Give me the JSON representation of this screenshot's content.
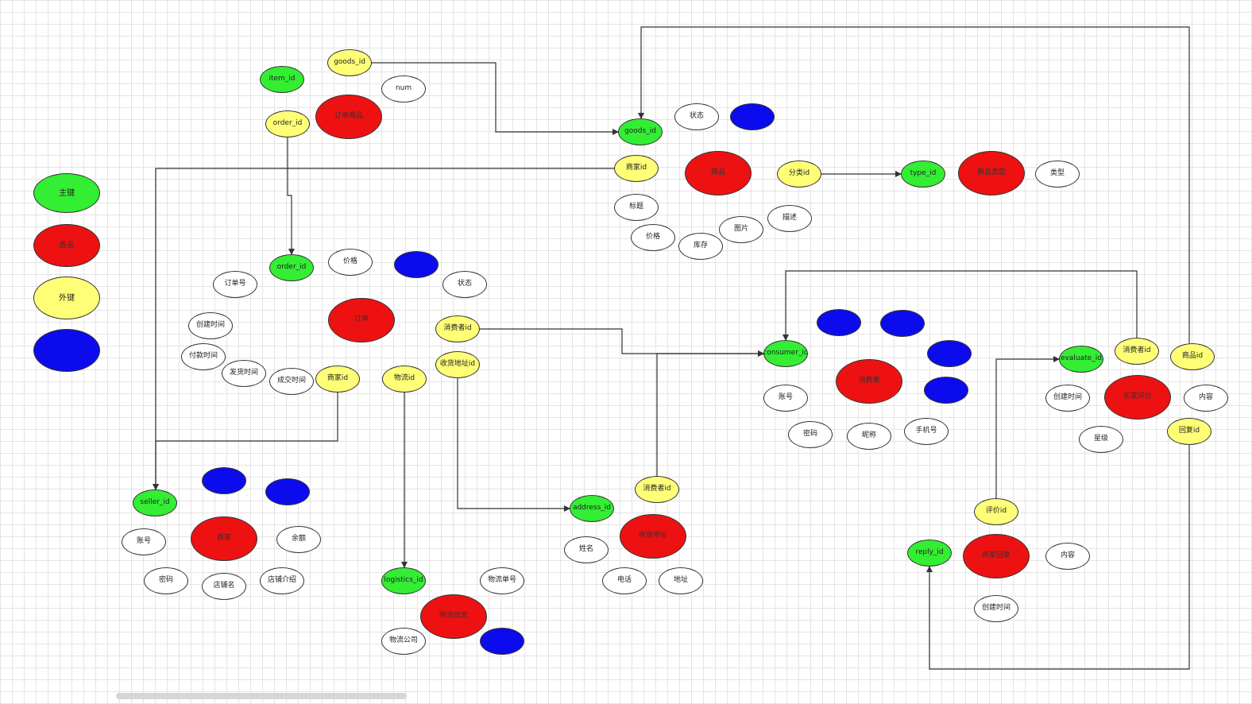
{
  "colors": {
    "grid": "#e4e4e4",
    "primary_key": "#33ee33",
    "table": "#ee1111",
    "foreign_key": "#ffff77",
    "other": "#0b0bee",
    "attribute": "#ffffff",
    "line": "#333333"
  },
  "legend": [
    {
      "id": "legend_pk",
      "kind": "pk",
      "label": "主键"
    },
    {
      "id": "legend_tbl",
      "kind": "tbl",
      "label": "表名"
    },
    {
      "id": "legend_fk",
      "kind": "fk",
      "label": "外键"
    },
    {
      "id": "legend_other",
      "kind": "other",
      "label": ""
    }
  ],
  "nodes": [
    {
      "id": "item_id",
      "kind": "pk",
      "label": "item_id"
    },
    {
      "id": "og_goods_id",
      "kind": "fk",
      "label": "goods_id"
    },
    {
      "id": "og_num",
      "kind": "attr",
      "label": "num"
    },
    {
      "id": "og_order_id",
      "kind": "fk",
      "label": "order_id"
    },
    {
      "id": "og_table",
      "kind": "tbl",
      "label": "订单商品"
    },
    {
      "id": "goods_id",
      "kind": "pk",
      "label": "goods_id"
    },
    {
      "id": "g_status",
      "kind": "attr",
      "label": "状态"
    },
    {
      "id": "g_blue",
      "kind": "other",
      "label": ""
    },
    {
      "id": "g_seller",
      "kind": "fk",
      "label": "商家id"
    },
    {
      "id": "g_table",
      "kind": "tbl",
      "label": "商品"
    },
    {
      "id": "g_type_fk",
      "kind": "fk",
      "label": "分类id"
    },
    {
      "id": "type_id",
      "kind": "pk",
      "label": "type_id"
    },
    {
      "id": "t_table",
      "kind": "tbl",
      "label": "商品类型"
    },
    {
      "id": "t_type",
      "kind": "attr",
      "label": "类型"
    },
    {
      "id": "g_title",
      "kind": "attr",
      "label": "标题"
    },
    {
      "id": "g_price",
      "kind": "attr",
      "label": "价格"
    },
    {
      "id": "g_stock",
      "kind": "attr",
      "label": "库存"
    },
    {
      "id": "g_img",
      "kind": "attr",
      "label": "图片"
    },
    {
      "id": "g_desc",
      "kind": "attr",
      "label": "描述"
    },
    {
      "id": "order_id",
      "kind": "pk",
      "label": "order_id"
    },
    {
      "id": "o_price",
      "kind": "attr",
      "label": "价格"
    },
    {
      "id": "o_blue",
      "kind": "other",
      "label": ""
    },
    {
      "id": "o_no",
      "kind": "attr",
      "label": "订单号"
    },
    {
      "id": "o_status",
      "kind": "attr",
      "label": "状态"
    },
    {
      "id": "o_table",
      "kind": "tbl",
      "label": "订单"
    },
    {
      "id": "o_consumer",
      "kind": "fk",
      "label": "消费者id"
    },
    {
      "id": "o_ctime",
      "kind": "attr",
      "label": "创建时间"
    },
    {
      "id": "o_ptime",
      "kind": "attr",
      "label": "付款时间"
    },
    {
      "id": "o_stime",
      "kind": "attr",
      "label": "发货时间"
    },
    {
      "id": "o_dtime",
      "kind": "attr",
      "label": "成交时间"
    },
    {
      "id": "o_seller",
      "kind": "fk",
      "label": "商家id"
    },
    {
      "id": "o_logistics",
      "kind": "fk",
      "label": "物流id"
    },
    {
      "id": "o_address",
      "kind": "fk",
      "label": "收货地址id"
    },
    {
      "id": "consumer_id",
      "kind": "pk",
      "label": "consumer_id"
    },
    {
      "id": "c_blue1",
      "kind": "other",
      "label": ""
    },
    {
      "id": "c_blue2",
      "kind": "other",
      "label": ""
    },
    {
      "id": "c_blue3",
      "kind": "other",
      "label": ""
    },
    {
      "id": "c_blue4",
      "kind": "other",
      "label": ""
    },
    {
      "id": "c_table",
      "kind": "tbl",
      "label": "消费者"
    },
    {
      "id": "c_account",
      "kind": "attr",
      "label": "账号"
    },
    {
      "id": "c_pwd",
      "kind": "attr",
      "label": "密码"
    },
    {
      "id": "c_nick",
      "kind": "attr",
      "label": "昵称"
    },
    {
      "id": "c_phone",
      "kind": "attr",
      "label": "手机号"
    },
    {
      "id": "evaluate_id",
      "kind": "pk",
      "label": "evaluate_id"
    },
    {
      "id": "e_consumer",
      "kind": "fk",
      "label": "消费者id"
    },
    {
      "id": "e_goods",
      "kind": "fk",
      "label": "商品id"
    },
    {
      "id": "e_ctime",
      "kind": "attr",
      "label": "创建时间"
    },
    {
      "id": "e_table",
      "kind": "tbl",
      "label": "买家评价"
    },
    {
      "id": "e_content",
      "kind": "attr",
      "label": "内容"
    },
    {
      "id": "e_star",
      "kind": "attr",
      "label": "星级"
    },
    {
      "id": "e_reply",
      "kind": "fk",
      "label": "回复id"
    },
    {
      "id": "seller_id",
      "kind": "pk",
      "label": "seller_id"
    },
    {
      "id": "s_blue1",
      "kind": "other",
      "label": ""
    },
    {
      "id": "s_blue2",
      "kind": "other",
      "label": ""
    },
    {
      "id": "s_account",
      "kind": "attr",
      "label": "账号"
    },
    {
      "id": "s_table",
      "kind": "tbl",
      "label": "商家"
    },
    {
      "id": "s_balance",
      "kind": "attr",
      "label": "余额"
    },
    {
      "id": "s_pwd",
      "kind": "attr",
      "label": "密码"
    },
    {
      "id": "s_shop",
      "kind": "attr",
      "label": "店铺名"
    },
    {
      "id": "s_intro",
      "kind": "attr",
      "label": "店铺介绍"
    },
    {
      "id": "logistics_id",
      "kind": "pk",
      "label": "logistics_id"
    },
    {
      "id": "l_no",
      "kind": "attr",
      "label": "物流单号"
    },
    {
      "id": "l_table",
      "kind": "tbl",
      "label": "物流信息"
    },
    {
      "id": "l_company",
      "kind": "attr",
      "label": "物流公司"
    },
    {
      "id": "l_blue",
      "kind": "other",
      "label": ""
    },
    {
      "id": "address_id",
      "kind": "pk",
      "label": "address_id"
    },
    {
      "id": "a_consumer",
      "kind": "fk",
      "label": "消费者id"
    },
    {
      "id": "a_table",
      "kind": "tbl",
      "label": "收货地址"
    },
    {
      "id": "a_name",
      "kind": "attr",
      "label": "姓名"
    },
    {
      "id": "a_phone",
      "kind": "attr",
      "label": "电话"
    },
    {
      "id": "a_addr",
      "kind": "attr",
      "label": "地址"
    },
    {
      "id": "r_evaluate",
      "kind": "fk",
      "label": "评价id"
    },
    {
      "id": "reply_id",
      "kind": "pk",
      "label": "reply_id"
    },
    {
      "id": "r_table",
      "kind": "tbl",
      "label": "商家回复"
    },
    {
      "id": "r_content",
      "kind": "attr",
      "label": "内容"
    },
    {
      "id": "r_ctime",
      "kind": "attr",
      "label": "创建时间"
    }
  ],
  "edges": [
    {
      "from": "og_goods_id",
      "to": "goods_id"
    },
    {
      "from": "og_order_id",
      "to": "order_id"
    },
    {
      "from": "g_seller",
      "to": "seller_id"
    },
    {
      "from": "g_type_fk",
      "to": "type_id"
    },
    {
      "from": "o_seller",
      "to": "seller_id"
    },
    {
      "from": "o_consumer",
      "to": "consumer_id"
    },
    {
      "from": "o_address",
      "to": "address_id"
    },
    {
      "from": "o_logistics",
      "to": "logistics_id"
    },
    {
      "from": "a_consumer",
      "to": "consumer_id"
    },
    {
      "from": "e_consumer",
      "to": "consumer_id"
    },
    {
      "from": "e_goods",
      "to": "goods_id"
    },
    {
      "from": "r_evaluate",
      "to": "evaluate_id"
    },
    {
      "from": "e_reply",
      "to": "reply_id"
    }
  ]
}
